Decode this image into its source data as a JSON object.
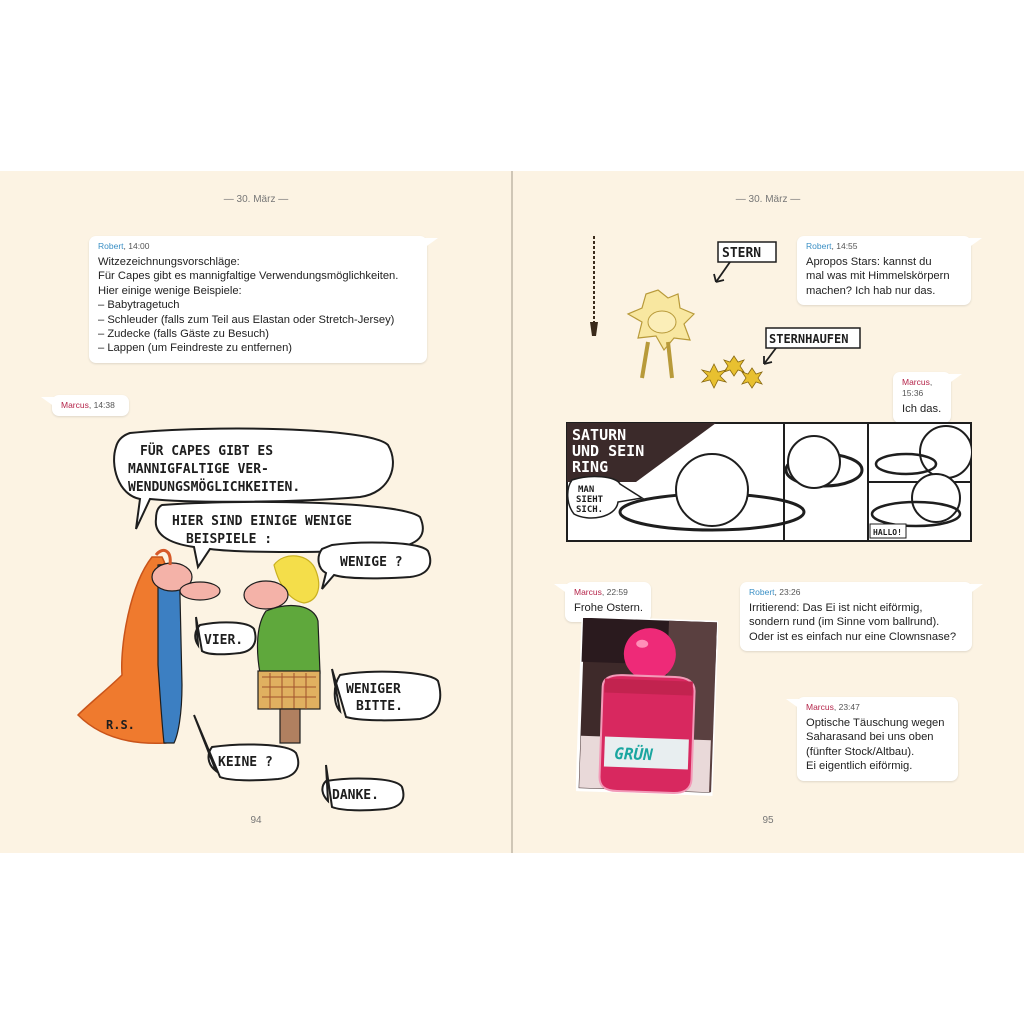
{
  "left": {
    "header": "— 30. März —",
    "page_number": "94",
    "msg1": {
      "sender": "Robert",
      "time": ", 14:00",
      "lines": [
        "Witzezeichnungsvorschläge:",
        "Für Capes gibt es mannigfaltige Verwendungsmöglichkeiten.",
        "Hier einige wenige Beispiele:",
        "– Babytragetuch",
        "– Schleuder (falls zum Teil aus Elastan oder Stretch-Jersey)",
        "– Zudecke (falls Gäste zu Besuch)",
        "– Lappen (um Feindreste zu entfernen)"
      ]
    },
    "msg2": {
      "sender": "Marcus",
      "time": ", 14:38"
    },
    "cartoon": {
      "bubble1": [
        "FÜR CAPES GIBT ES",
        "MANNIGFALTIGE VER-",
        "WENDUNGSMÖGLICHKEITEN."
      ],
      "bubble2": [
        "HIER SIND EINIGE WENIGE",
        "BEISPIELE :"
      ],
      "bubble3": "WENIGE ?",
      "bubble4": "VIER.",
      "bubble5": [
        "WENIGER",
        "BITTE."
      ],
      "bubble6": "KEINE ?",
      "bubble7": "DANKE.",
      "signature": "R.S."
    }
  },
  "right": {
    "header": "— 30. März —",
    "page_number": "95",
    "msg1": {
      "sender": "Robert",
      "time": ", 14:55",
      "lines": [
        "Apropos Stars: kannst du",
        "mal was mit Himmelskörpern",
        "machen? Ich hab nur das."
      ]
    },
    "drawing": {
      "label_star": "STERN",
      "label_cluster": "STERNHAUFEN"
    },
    "msg2": {
      "sender": "Marcus",
      "time": ", 15:36",
      "lines": [
        "Ich das."
      ]
    },
    "comic": {
      "title": [
        "SATURN",
        "UND SEIN",
        "RING"
      ],
      "speech": [
        "MAN",
        "SIEHT",
        "SICH."
      ],
      "hallo": "HALLO!"
    },
    "msg3": {
      "sender": "Marcus",
      "time": ", 22:59",
      "lines": [
        "Frohe Ostern."
      ]
    },
    "photo": {
      "jar_label": "GRÜN"
    },
    "msg4": {
      "sender": "Robert",
      "time": ", 23:26",
      "lines": [
        "Irritierend: Das Ei ist nicht eiförmig,",
        "sondern rund (im Sinne vom ballrund).",
        "Oder ist es einfach nur eine Clownsnase?"
      ]
    },
    "msg5": {
      "sender": "Marcus",
      "time": ", 23:47",
      "lines": [
        "Optische Täuschung wegen",
        "Saharasand bei uns oben",
        "(fünfter Stock/Altbau).",
        "Ei eigentlich eiförmig."
      ]
    }
  },
  "colors": {
    "page": "#fcf3e3",
    "robert": "#3a8fc5",
    "marcus": "#b5254a"
  }
}
